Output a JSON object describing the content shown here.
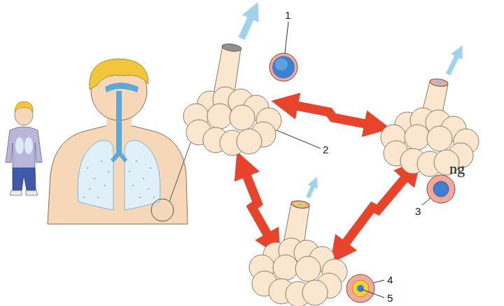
{
  "diagram": {
    "labels": [
      "1",
      "2",
      "3",
      "4",
      "5",
      "ng"
    ]
  }
}
